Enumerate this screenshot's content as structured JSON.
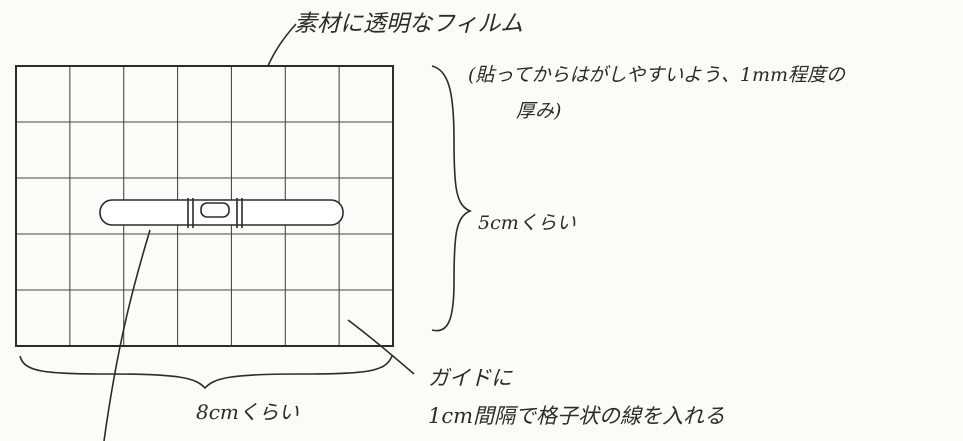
{
  "annotations": {
    "material": "素材に透明なフィルム",
    "thickness_line1": "(貼ってからはがしやすいよう、1mm程度の",
    "thickness_line2": "厚み)",
    "height": "5cmくらい",
    "guide_line1": "ガイドに",
    "guide_line2": "1cm間隔で格子状の線を入れる",
    "width": "8cmくらい"
  },
  "grid": {
    "columns": 7,
    "rows": 5
  },
  "colors": {
    "ink": "#2b2b2b",
    "grid": "#4a4a4a",
    "paper": "#fbfbfa"
  }
}
